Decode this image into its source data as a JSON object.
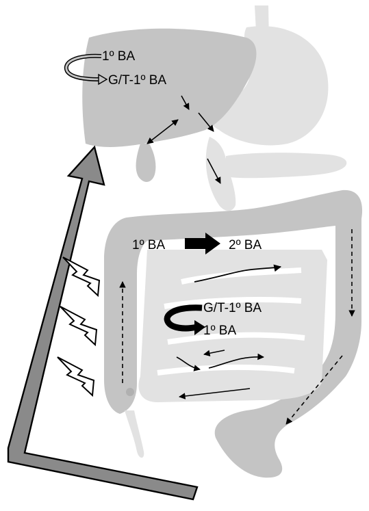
{
  "labels": {
    "liver_primary": "1º BA",
    "liver_conjugated": "G/T-1º BA",
    "colon_primary": "1º BA",
    "colon_secondary": "2º BA",
    "intestine_conjugated": "G/T-1º BA",
    "intestine_primary": "1º BA"
  },
  "colors": {
    "organ_dark": "#c4c4c4",
    "organ_light": "#e2e2e2",
    "portal_arrow": "#8a8a8a",
    "stroke": "#000000"
  }
}
